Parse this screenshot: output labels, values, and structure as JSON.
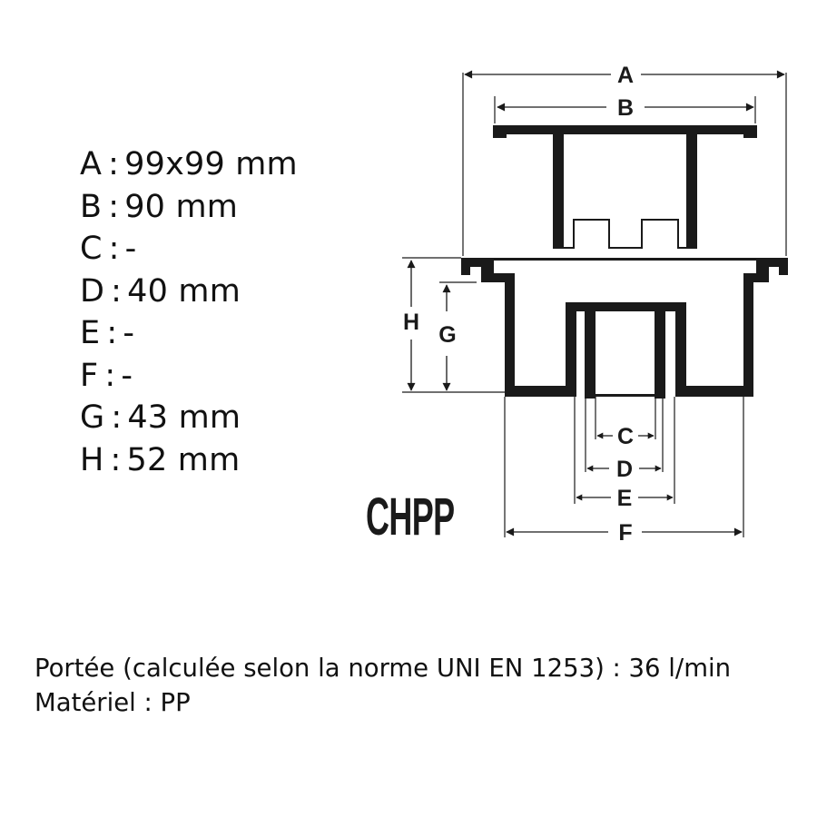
{
  "specs": [
    {
      "key": "A",
      "value": "99x99 mm"
    },
    {
      "key": "B",
      "value": "90 mm"
    },
    {
      "key": "C",
      "value": "-"
    },
    {
      "key": "D",
      "value": "40 mm"
    },
    {
      "key": "E",
      "value": "-"
    },
    {
      "key": "F",
      "value": "-"
    },
    {
      "key": "G",
      "value": "43 mm"
    },
    {
      "key": "H",
      "value": "52 mm"
    }
  ],
  "separator": ":",
  "model": "CHPP",
  "drawing": {
    "labels": {
      "A": "A",
      "B": "B",
      "C": "C",
      "D": "D",
      "E": "E",
      "F": "F",
      "G": "G",
      "H": "H"
    },
    "line_color": "#1a1a1a"
  },
  "footer": {
    "flow_line": "Portée (calculée selon la norme UNI EN 1253) : 36 l/min",
    "material_line": "Matériel : PP"
  }
}
